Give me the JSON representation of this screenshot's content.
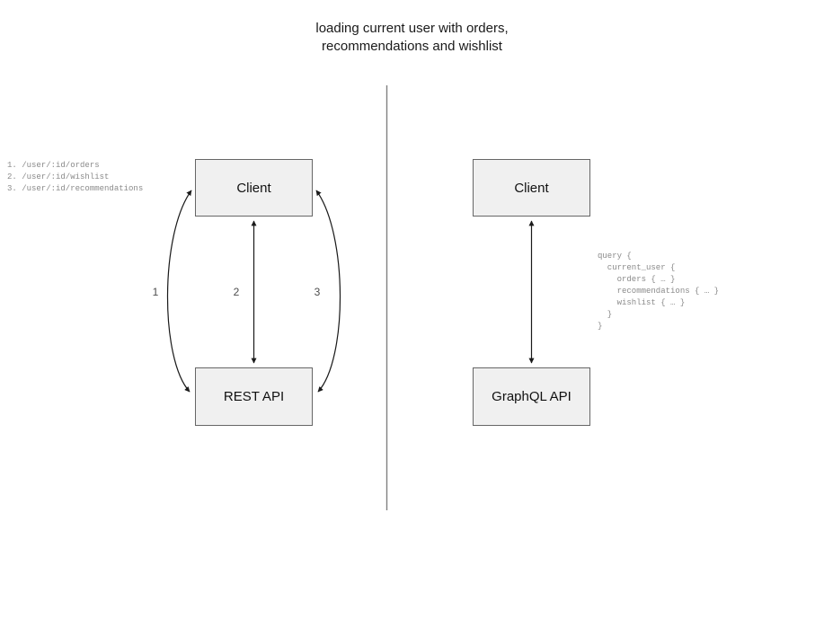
{
  "title": "loading current user with orders,\nrecommendations and wishlist",
  "divider": {
    "name": "vertical-divider",
    "color": "#808080"
  },
  "colors": {
    "box_fill": "#f0f0f0",
    "box_border": "#666666",
    "connector": "#1a1a1a",
    "annotation_text": "#8a8a8a",
    "label_text": "#4d4d4d",
    "title_text": "#1a1a1a"
  },
  "rest_panel": {
    "client_label": "Client",
    "api_label": "REST API",
    "endpoint_list": "1. /user/:id/orders\n2. /user/:id/wishlist\n3. /user/:id/recommendations",
    "endpoints": [
      {
        "number": "1",
        "path": "/user/:id/orders"
      },
      {
        "number": "2",
        "path": "/user/:id/wishlist"
      },
      {
        "number": "3",
        "path": "/user/:id/recommendations"
      }
    ],
    "edge_labels": [
      "1",
      "2",
      "3"
    ],
    "edges": [
      {
        "label": "1",
        "from": "Client",
        "to": "REST API",
        "shape": "curve-left",
        "bidirectional": true
      },
      {
        "label": "2",
        "from": "Client",
        "to": "REST API",
        "shape": "straight",
        "bidirectional": true
      },
      {
        "label": "3",
        "from": "Client",
        "to": "REST API",
        "shape": "curve-right",
        "bidirectional": true
      }
    ]
  },
  "graphql_panel": {
    "client_label": "Client",
    "api_label": "GraphQL API",
    "query": "query {\n  current_user {\n    orders { … }\n    recommendations { … }\n    wishlist { … }\n  }\n}",
    "edges": [
      {
        "from": "Client",
        "to": "GraphQL API",
        "shape": "straight",
        "bidirectional": true
      }
    ]
  }
}
